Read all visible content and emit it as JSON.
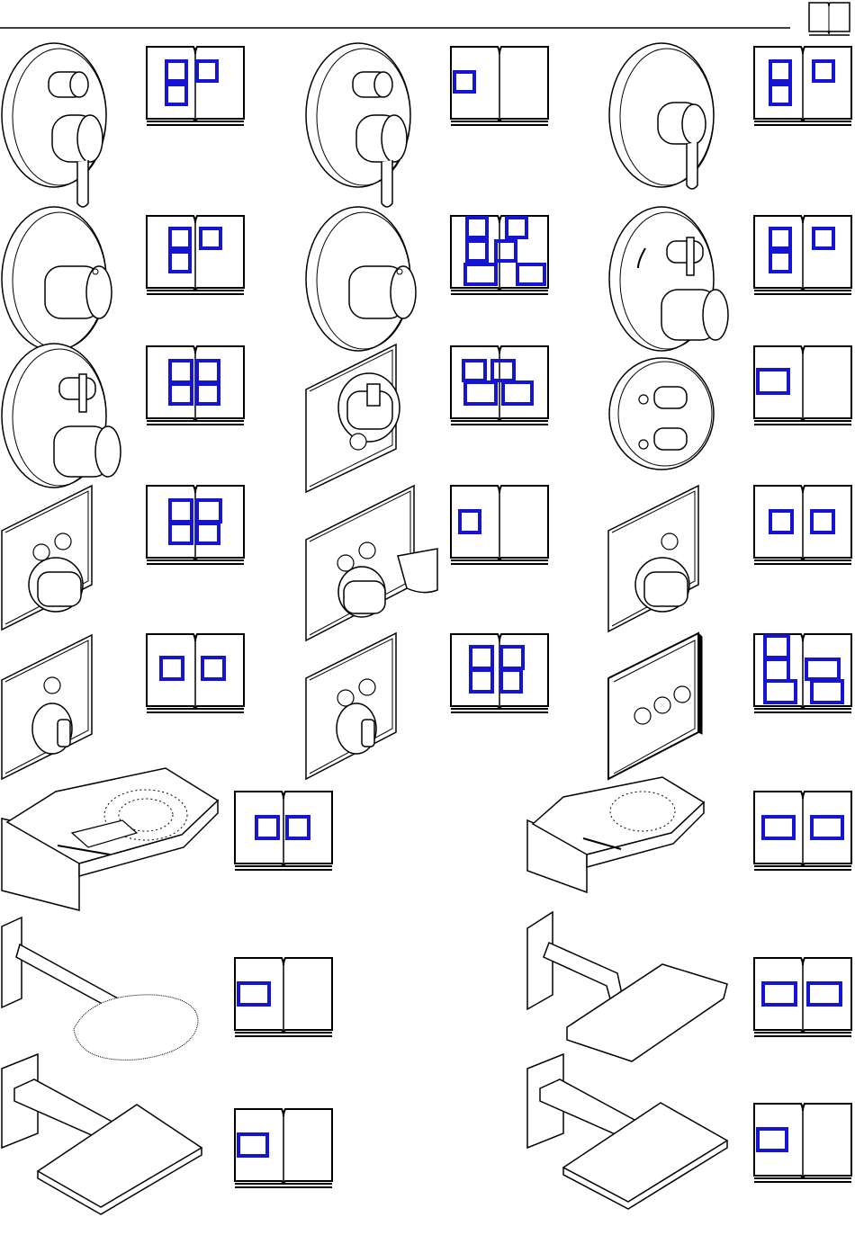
{
  "page": {
    "header_icon": "open-book-icon"
  },
  "colors": {
    "line": "#000000",
    "highlight": "#1414d2"
  },
  "products": [
    {
      "name": "round-diverter-mixer-trim",
      "icon": "round-lever-with-diverter-knob"
    },
    {
      "name": "round-diverter-mixer-trim-variant",
      "icon": "round-lever-with-diverter-knob"
    },
    {
      "name": "round-single-lever-trim",
      "icon": "round-single-lever"
    },
    {
      "name": "round-thermostat-trim-a",
      "icon": "round-thermostat-knob"
    },
    {
      "name": "round-thermostat-trim-b",
      "icon": "round-thermostat-knob"
    },
    {
      "name": "round-thermostat-two-handle",
      "icon": "round-thermostat-with-shutoff"
    },
    {
      "name": "round-thermostat-two-handle-b",
      "icon": "round-thermostat-with-shutoff"
    },
    {
      "name": "square-thermostat-one-outlet",
      "icon": "square-thermostat"
    },
    {
      "name": "round-two-valve-trim",
      "icon": "round-dual-valve"
    },
    {
      "name": "square-two-button-thermostat",
      "icon": "square-select-two-button"
    },
    {
      "name": "square-two-button-with-holder",
      "icon": "square-select-with-hand-shower-holder"
    },
    {
      "name": "square-one-button-thermostat",
      "icon": "square-select-one-button"
    },
    {
      "name": "square-one-button-lever",
      "icon": "square-select-one-button-lever"
    },
    {
      "name": "square-two-button-lever",
      "icon": "square-select-two-button-lever"
    },
    {
      "name": "square-three-button-panel",
      "icon": "square-three-button-panel"
    },
    {
      "name": "overhead-shower-with-controls",
      "icon": "rain-shower-panel-with-buttons"
    },
    {
      "name": "overhead-shower-panel",
      "icon": "rain-shower-panel"
    },
    {
      "name": "wall-arm-shower-round",
      "icon": "wall-arm-rounded-head"
    },
    {
      "name": "wall-arm-shower-plate",
      "icon": "wall-arm-plate-head"
    },
    {
      "name": "wall-arm-rect-shower-a",
      "icon": "wall-arm-rectangular-head"
    },
    {
      "name": "wall-arm-rect-shower-b",
      "icon": "wall-arm-rectangular-head"
    }
  ],
  "books": [
    {
      "name": "book-ref-1",
      "boxes": 3
    },
    {
      "name": "book-ref-2",
      "boxes": 1
    },
    {
      "name": "book-ref-3",
      "boxes": 3
    },
    {
      "name": "book-ref-4",
      "boxes": 3
    },
    {
      "name": "book-ref-5",
      "boxes": 6
    },
    {
      "name": "book-ref-6",
      "boxes": 3
    },
    {
      "name": "book-ref-7",
      "boxes": 4
    },
    {
      "name": "book-ref-8",
      "boxes": 4
    },
    {
      "name": "book-ref-9",
      "boxes": 1
    },
    {
      "name": "book-ref-10",
      "boxes": 4
    },
    {
      "name": "book-ref-11",
      "boxes": 1
    },
    {
      "name": "book-ref-12",
      "boxes": 2
    },
    {
      "name": "book-ref-13",
      "boxes": 2
    },
    {
      "name": "book-ref-14",
      "boxes": 4
    },
    {
      "name": "book-ref-15",
      "boxes": 5
    },
    {
      "name": "book-ref-16",
      "boxes": 2
    },
    {
      "name": "book-ref-17",
      "boxes": 2
    },
    {
      "name": "book-ref-18",
      "boxes": 1
    },
    {
      "name": "book-ref-19",
      "boxes": 2
    },
    {
      "name": "book-ref-20",
      "boxes": 1
    },
    {
      "name": "book-ref-21",
      "boxes": 1
    }
  ]
}
